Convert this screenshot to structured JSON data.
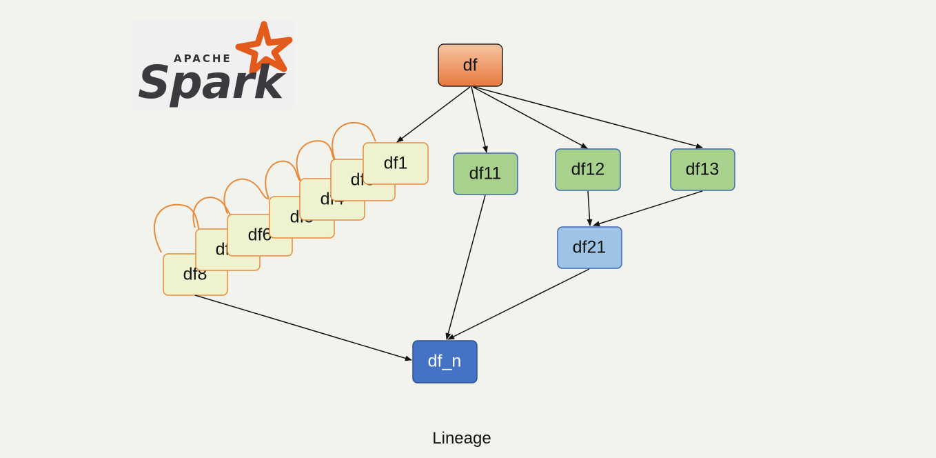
{
  "logo": {
    "small_text": "APACHE",
    "big_text": "Spark"
  },
  "caption": "Lineage",
  "colors": {
    "root_fill": "#ef9a66",
    "root_stroke": "#222222",
    "chain_fill": "#eef2cf",
    "chain_stroke": "#e88a3a",
    "green_fill": "#a8d18d",
    "green_stroke": "#3e68b0",
    "light_blue_fill": "#9dc3e6",
    "light_blue_stroke": "#3e68b0",
    "dark_blue_fill": "#4472c4",
    "dark_blue_stroke": "#2f528f",
    "logo_star": "#e25a1c",
    "logo_text": "#3c3a3e"
  },
  "nodes": {
    "df": "df",
    "df1": "df1",
    "df3": "df3",
    "df4": "df4",
    "df5": "df5",
    "df6": "df6",
    "df7": "df7",
    "df8": "df8",
    "df11": "df11",
    "df12": "df12",
    "df13": "df13",
    "df21": "df21",
    "df_n": "df_n"
  }
}
